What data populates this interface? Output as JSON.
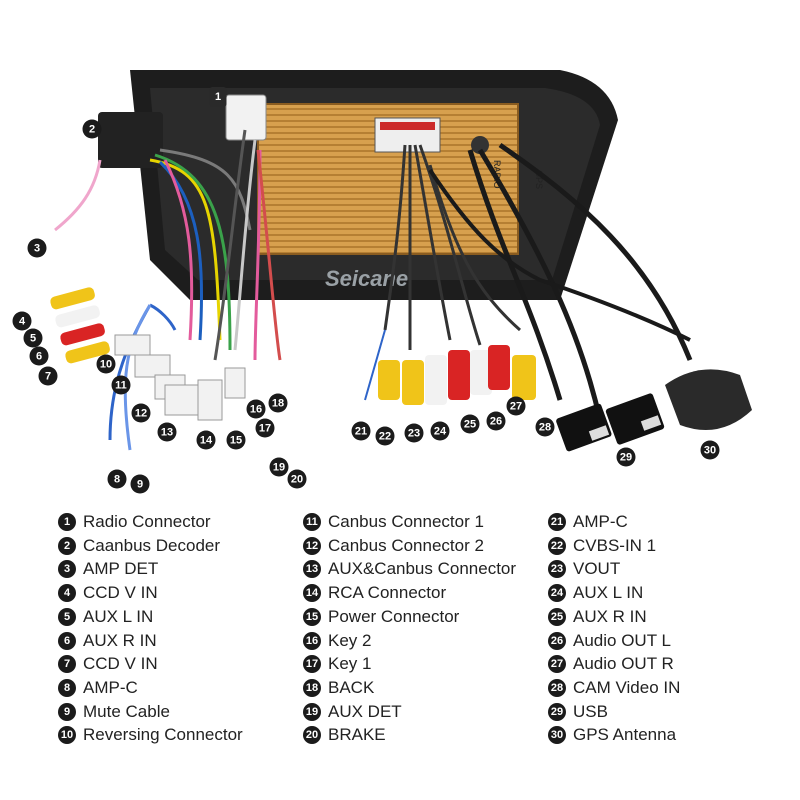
{
  "brand": "Seicane",
  "unit_labels": {
    "radio": "RADIO",
    "gps": "GPS"
  },
  "callouts": [
    "1",
    "2",
    "3",
    "4",
    "5",
    "6",
    "7",
    "8",
    "9",
    "10",
    "11",
    "12",
    "13",
    "14",
    "15",
    "16",
    "17",
    "18",
    "19",
    "20",
    "21",
    "22",
    "23",
    "24",
    "25",
    "26",
    "27",
    "28",
    "29",
    "30"
  ],
  "legend": [
    {
      "num": "1",
      "label": "Radio Connector"
    },
    {
      "num": "2",
      "label": "Caanbus Decoder"
    },
    {
      "num": "3",
      "label": "AMP DET"
    },
    {
      "num": "4",
      "label": "CCD V IN"
    },
    {
      "num": "5",
      "label": "AUX L IN"
    },
    {
      "num": "6",
      "label": "AUX R IN"
    },
    {
      "num": "7",
      "label": "CCD V IN"
    },
    {
      "num": "8",
      "label": "AMP-C"
    },
    {
      "num": "9",
      "label": "Mute Cable"
    },
    {
      "num": "10",
      "label": "Reversing Connector"
    },
    {
      "num": "11",
      "label": "Canbus Connector 1"
    },
    {
      "num": "12",
      "label": "Canbus Connector 2"
    },
    {
      "num": "13",
      "label": "AUX&Canbus Connector"
    },
    {
      "num": "14",
      "label": "RCA Connector"
    },
    {
      "num": "15",
      "label": "Power Connector"
    },
    {
      "num": "16",
      "label": "Key 2"
    },
    {
      "num": "17",
      "label": "Key 1"
    },
    {
      "num": "18",
      "label": "BACK"
    },
    {
      "num": "19",
      "label": "AUX DET"
    },
    {
      "num": "20",
      "label": "BRAKE"
    },
    {
      "num": "21",
      "label": "AMP-C"
    },
    {
      "num": "22",
      "label": "CVBS-IN 1"
    },
    {
      "num": "23",
      "label": "VOUT"
    },
    {
      "num": "24",
      "label": "AUX L IN"
    },
    {
      "num": "25",
      "label": "AUX R IN"
    },
    {
      "num": "26",
      "label": "Audio OUT L"
    },
    {
      "num": "27",
      "label": "Audio OUT R"
    },
    {
      "num": "28",
      "label": "CAM Video IN"
    },
    {
      "num": "29",
      "label": "USB"
    },
    {
      "num": "30",
      "label": "GPS Antenna"
    }
  ]
}
